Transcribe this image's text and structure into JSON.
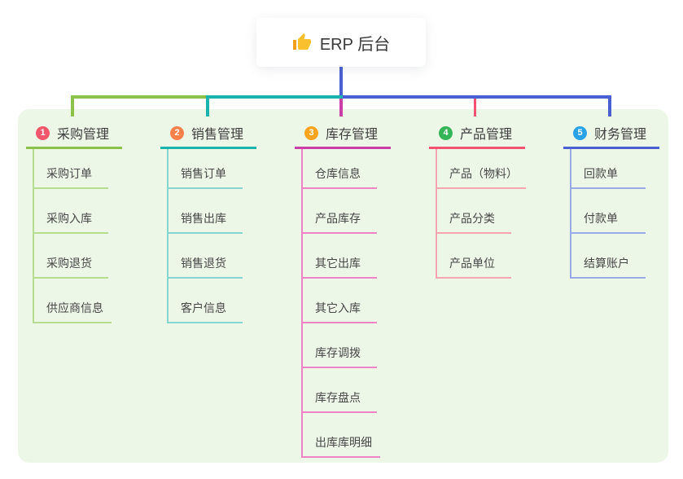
{
  "root": {
    "label": "ERP 后台",
    "icon": "thumbs-up-icon",
    "connector_color": "#4a5fd1"
  },
  "panel": {
    "background": "#edf7e8"
  },
  "branches": [
    {
      "number": "1",
      "label": "采购管理",
      "badge_color": "#f0566c",
      "line_color": "#8bc34a",
      "child_line_color": "#b7dc90",
      "children": [
        "采购订单",
        "采购入库",
        "采购退货",
        "供应商信息"
      ]
    },
    {
      "number": "2",
      "label": "销售管理",
      "badge_color": "#f8814b",
      "line_color": "#1ab4ac",
      "child_line_color": "#85d5d0",
      "children": [
        "销售订单",
        "销售出库",
        "销售退货",
        "客户信息"
      ]
    },
    {
      "number": "3",
      "label": "库存管理",
      "badge_color": "#f8a41f",
      "line_color": "#cb3ea5",
      "child_line_color": "#ee84c4",
      "children": [
        "仓库信息",
        "产品库存",
        "其它出库",
        "其它入库",
        "库存调拨",
        "库存盘点",
        "出库库明细"
      ]
    },
    {
      "number": "4",
      "label": "产品管理",
      "badge_color": "#35b558",
      "line_color": "#f25370",
      "child_line_color": "#f7a5b0",
      "children": [
        "产品（物料）",
        "产品分类",
        "产品单位"
      ]
    },
    {
      "number": "5",
      "label": "财务管理",
      "badge_color": "#2aa2e6",
      "line_color": "#4a5fd1",
      "child_line_color": "#9aa9e8",
      "children": [
        "回款单",
        "付款单",
        "结算账户"
      ]
    }
  ]
}
